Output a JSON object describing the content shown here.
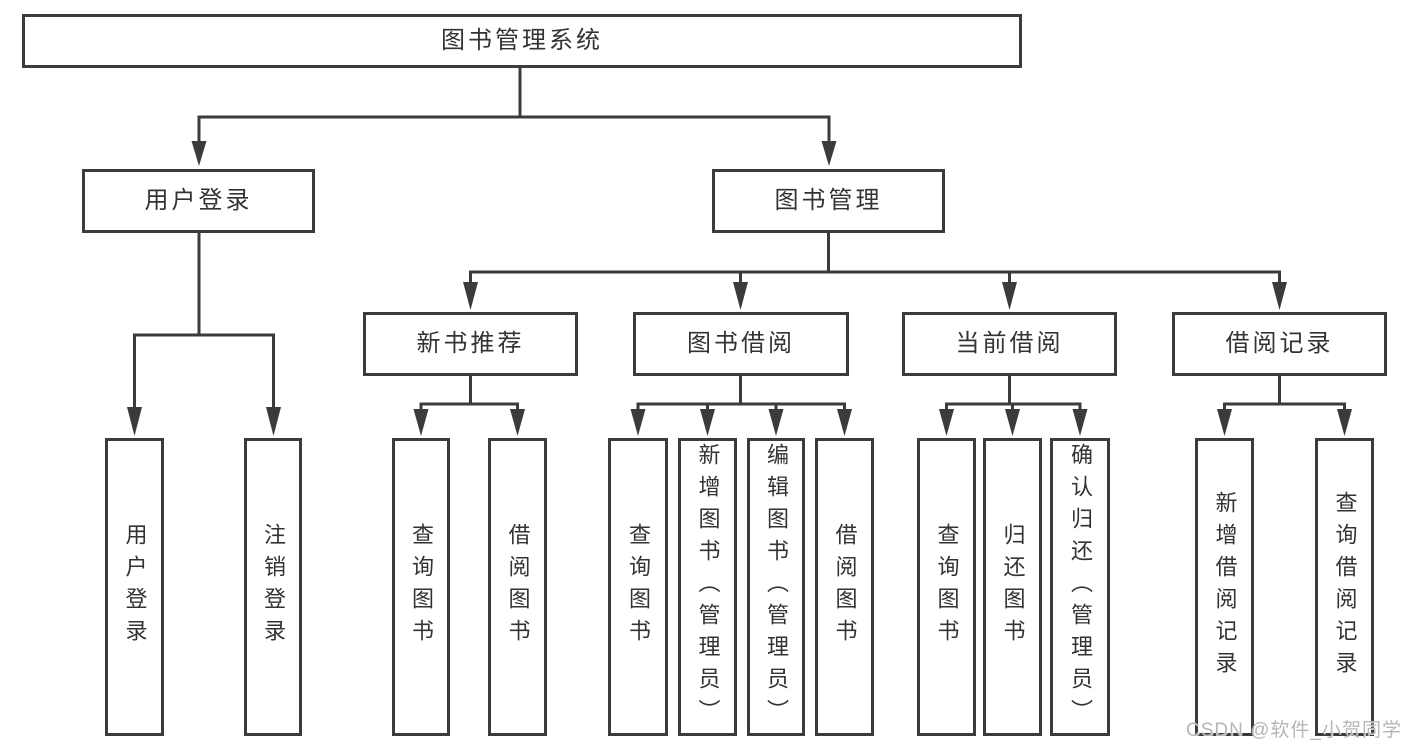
{
  "tree": {
    "label": "图书管理系统",
    "children": [
      {
        "label": "用户登录",
        "children": [
          {
            "label": "用户登录"
          },
          {
            "label": "注销登录"
          }
        ]
      },
      {
        "label": "图书管理",
        "children": [
          {
            "label": "新书推荐",
            "children": [
              {
                "label": "查询图书"
              },
              {
                "label": "借阅图书"
              }
            ]
          },
          {
            "label": "图书借阅",
            "children": [
              {
                "label": "查询图书"
              },
              {
                "label": "新增图书（管理员）"
              },
              {
                "label": "编辑图书（管理员）"
              },
              {
                "label": "借阅图书"
              }
            ]
          },
          {
            "label": "当前借阅",
            "children": [
              {
                "label": "查询图书"
              },
              {
                "label": "归还图书"
              },
              {
                "label": "确认归还（管理员）"
              }
            ]
          },
          {
            "label": "借阅记录",
            "children": [
              {
                "label": "新增借阅记录"
              },
              {
                "label": "查询借阅记录"
              }
            ]
          }
        ]
      }
    ]
  },
  "watermark": {
    "text": "CSDN @软件_小贺同学"
  },
  "colors": {
    "line": "#3b3b3b",
    "text": "#333333",
    "watermark": "#b4b7b9",
    "background": "#ffffff"
  }
}
